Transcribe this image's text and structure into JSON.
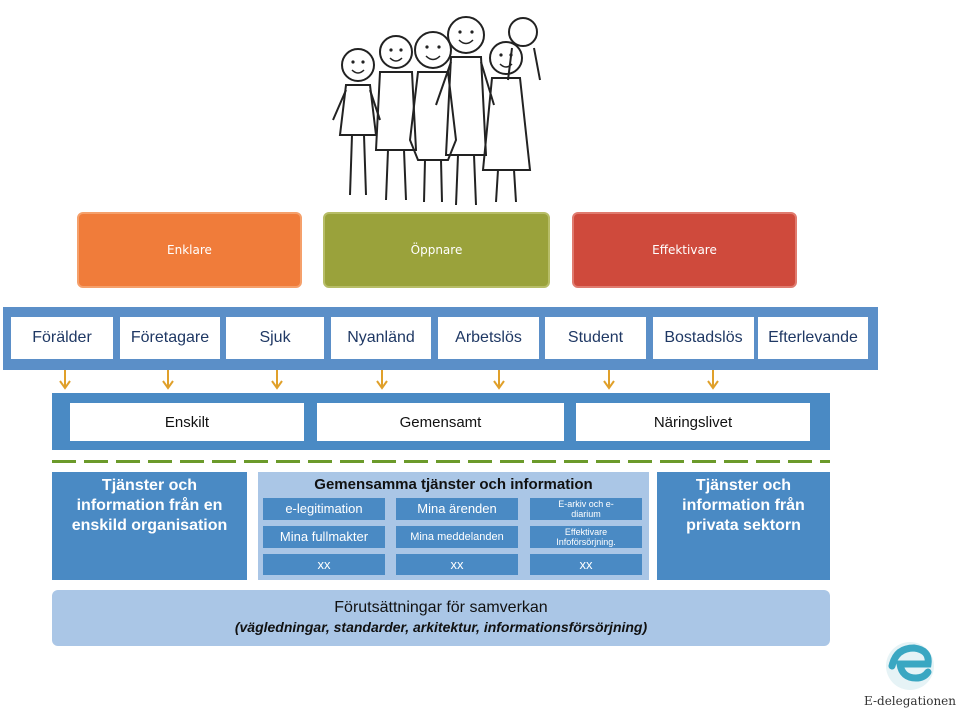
{
  "levels": [
    "Enklare",
    "Öppnare",
    "Effektivare"
  ],
  "personas": [
    "Förälder",
    "Företagare",
    "Sjuk",
    "Nyanländ",
    "Arbetslös",
    "Student",
    "Bostadslös",
    "Efterlevande"
  ],
  "targets": [
    "Enskilt",
    "Gemensamt",
    "Näringslivet"
  ],
  "left_box": [
    "Tjänster och",
    "information från en",
    "enskild organisation"
  ],
  "right_box": [
    "Tjänster och",
    "information från",
    "privata sektorn"
  ],
  "shared": {
    "title": "Gemensamma tjänster och information",
    "cells": [
      "e-legitimation",
      "Mina ärenden",
      "E-arkiv och e-",
      "diarium",
      "Mina fullmakter",
      "Mina meddelanden",
      "Effektivare",
      "Infoförsörjning.",
      "xx",
      "xx",
      "xx"
    ]
  },
  "foundation": {
    "title": "Förutsättningar för samverkan",
    "subtitle": "(vägledningar, standarder, arkitektur, informationsförsörjning)"
  },
  "logo": {
    "text": "E-delegationen"
  },
  "colors": {
    "orange": "#f07c3a",
    "olive": "#9aa23b",
    "red": "#cf4a3c",
    "blue": "#4a8ac4",
    "light_blue": "#aac6e6"
  }
}
